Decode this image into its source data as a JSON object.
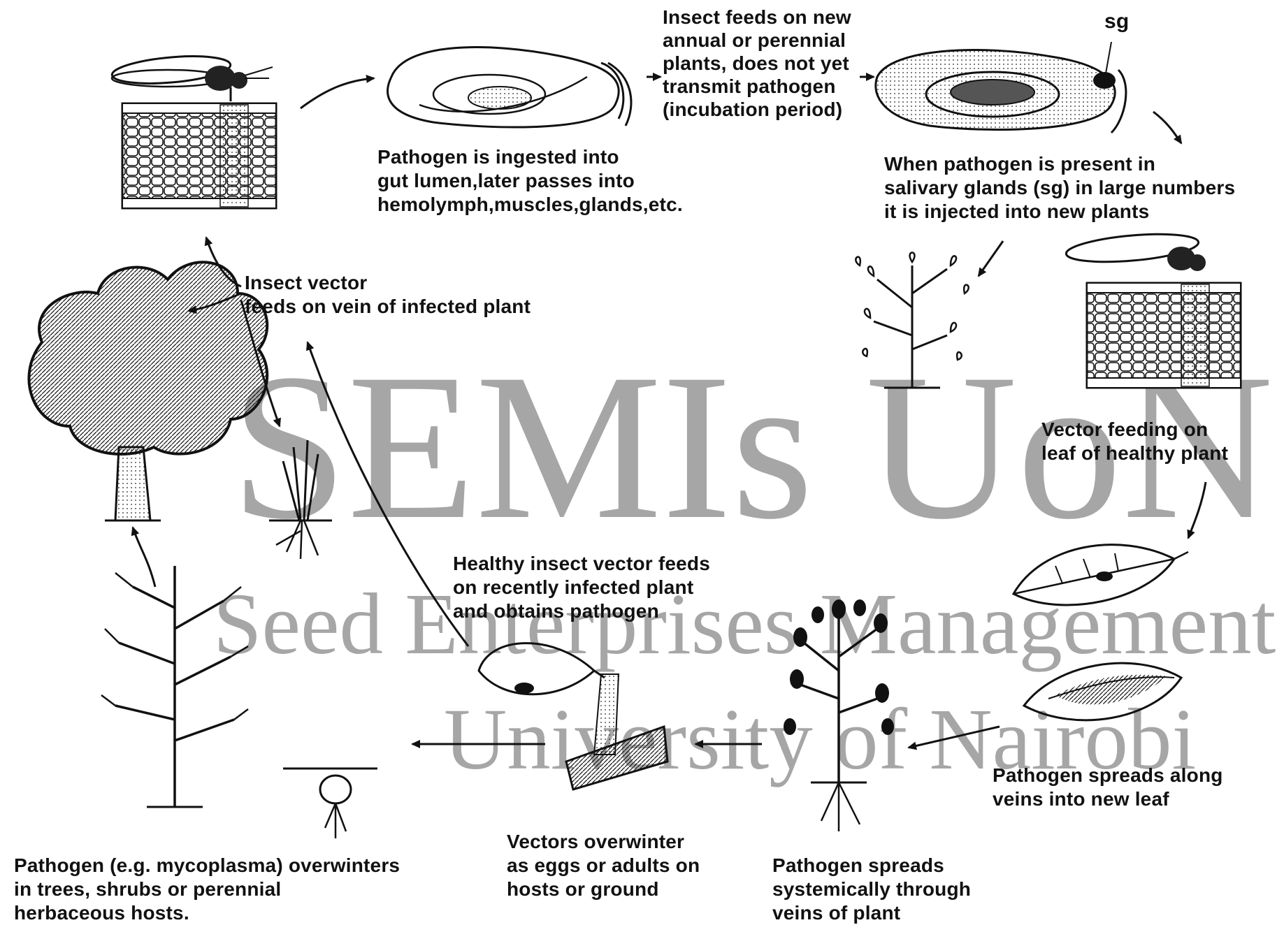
{
  "watermark": {
    "line1": "SEMIs UoN",
    "line2": "Seed Enterprises Management Institute",
    "line3": "University of Nairobi"
  },
  "labels": {
    "ingested": "Pathogen is ingested into\ngut lumen,later passes into\nhemolymph,muscles,glands,etc.",
    "incubation": "Insect feeds on new\nannual or perennial\nplants, does not yet\ntransmit pathogen\n(incubation period)",
    "sg": "sg",
    "salivary": "When pathogen is present in\nsalivary glands (sg) in large numbers\nit is injected into new plants",
    "vector_infected": "Insect vector\nfeeds on vein of infected plant",
    "vector_healthy": "Vector feeding on\nleaf of healthy plant",
    "healthy_obtains": "Healthy insect vector feeds\non recently infected plant\nand obtains pathogen",
    "spreads_veins": "Pathogen spreads along\nveins into new leaf",
    "overwinter_hosts": "Pathogen (e.g. mycoplasma) overwinters\nin trees, shrubs or perennial\nherbaceous hosts.",
    "vectors_overwinter": "Vectors overwinter\nas eggs or adults on\nhosts or ground",
    "systemic": "Pathogen spreads\nsystemically through\nveins of plant"
  },
  "icons": [
    "insect-on-leaf-icon",
    "insect-gut-icon",
    "insect-salivary-gland-icon",
    "infected-tree-icon",
    "grass-plant-icon",
    "young-plant-icon",
    "leaf-icon",
    "bare-tree-icon",
    "seedling-bulb-icon"
  ]
}
